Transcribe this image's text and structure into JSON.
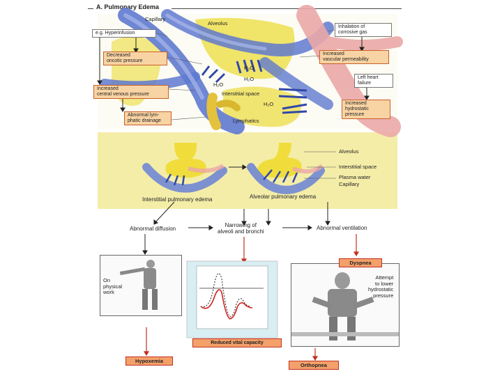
{
  "title": "A. Pulmonary Edema",
  "top_panel": {
    "capillary": "Capillary",
    "alveolus": "Alveolus",
    "hyperinfusion": "e.g. Hyperinfusion",
    "decreased_oncotic": [
      "Decreased",
      "oncotic pressure"
    ],
    "increased_cvp": [
      "Increased",
      "central venous pressure"
    ],
    "abnormal_lymph": [
      "Abnormal lym-",
      "phatic drainage"
    ],
    "inhalation_gas": [
      "Inhalation of",
      "corrosive gas"
    ],
    "vascular_perm": [
      "Increased",
      "vascular permeability"
    ],
    "left_heart": [
      "Left heart",
      "failure"
    ],
    "hydrostatic": [
      "Increased",
      "hydrostatic",
      "pressure"
    ],
    "h2o_labels": [
      "H₂O",
      "H₂O",
      "H₂O",
      "H₂O"
    ],
    "interstitial_space": "Interstitial space",
    "lymphatics": "Lymphatics"
  },
  "middle_panel": {
    "alveolus": "Alveolus",
    "interstitial_space": "Interstitial space",
    "plasma_water": "Plasma water",
    "capillary": "Capillary",
    "interstitial_edema": "Interstitial pulmonary edema",
    "alveolar_edema": "Alveolar pulmonary edema"
  },
  "consequences": {
    "abnormal_diffusion": "Abnormal diffusion",
    "narrowing": [
      "Narrowing of",
      "alveoli and bronchi"
    ],
    "abnormal_ventilation": "Abnormal ventilation"
  },
  "bottom": {
    "on_physical_work": [
      "On",
      "physical",
      "work"
    ],
    "attempt_lower": [
      "Attempt",
      "to lower",
      "hydrostatic",
      "pressure"
    ],
    "dyspnea": "Dyspnea",
    "reduced_vital_capacity": "Reduced vital capacity",
    "hypoxemia": "Hypoxemia",
    "orthopnea": "Orthopnea"
  },
  "colors": {
    "vessel_blue": "#5a72c8",
    "vessel_pink": "#e9a7a8",
    "alveolus_yellow": "#f0e050",
    "panel_bg": "#f4eda8",
    "label_orange": "#f8d3a3",
    "arrow_red": "#c03020",
    "arrow_blue": "#3048a8"
  }
}
